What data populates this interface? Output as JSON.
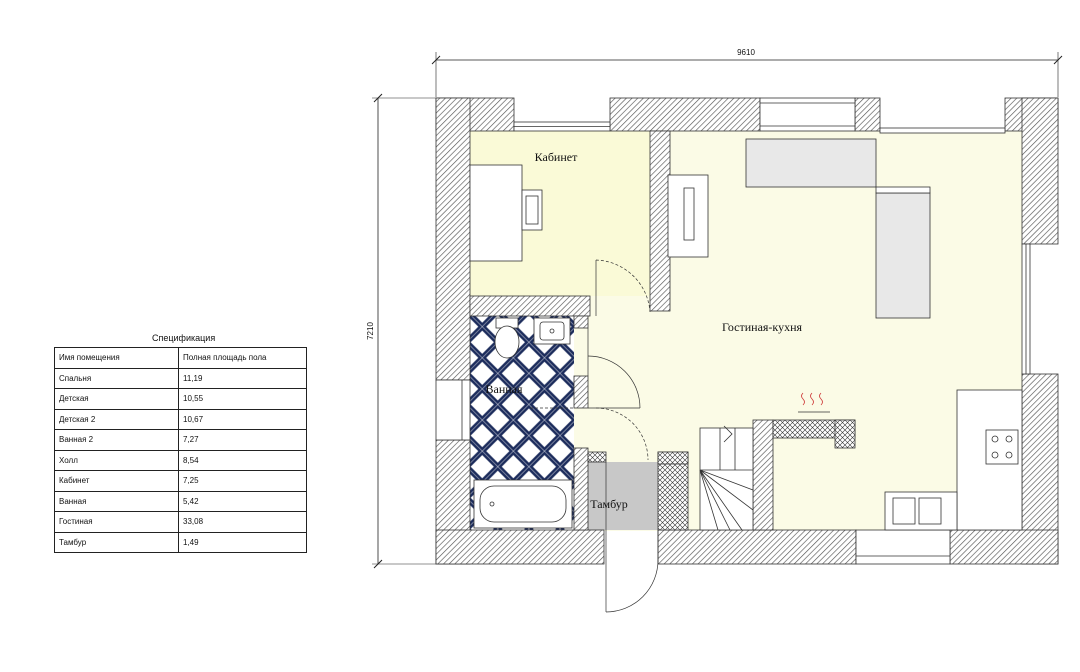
{
  "dimensions": {
    "width": "9610",
    "height": "7210"
  },
  "rooms": {
    "kabinet": "Кабинет",
    "gostinaya": "Гостиная-кухня",
    "vannaya": "Ванная",
    "tambur": "Тамбур"
  },
  "colors": {
    "floor": "#fbfbe6",
    "wall_hatch": "#555555",
    "bathroom_tile": "#1c2c5c",
    "tambur_floor": "#c8c8c8"
  },
  "spec": {
    "title": "Спецификация",
    "headers": [
      "Имя помещения",
      "Полная площадь пола"
    ],
    "rows": [
      [
        "Спальня",
        "11,19"
      ],
      [
        "Детская",
        "10,55"
      ],
      [
        "Детская 2",
        "10,67"
      ],
      [
        "Ванная 2",
        "7,27"
      ],
      [
        "Холл",
        "8,54"
      ],
      [
        "Кабинет",
        "7,25"
      ],
      [
        "Ванная",
        "5,42"
      ],
      [
        "Гостиная",
        "33,08"
      ],
      [
        "Тамбур",
        "1,49"
      ]
    ]
  }
}
